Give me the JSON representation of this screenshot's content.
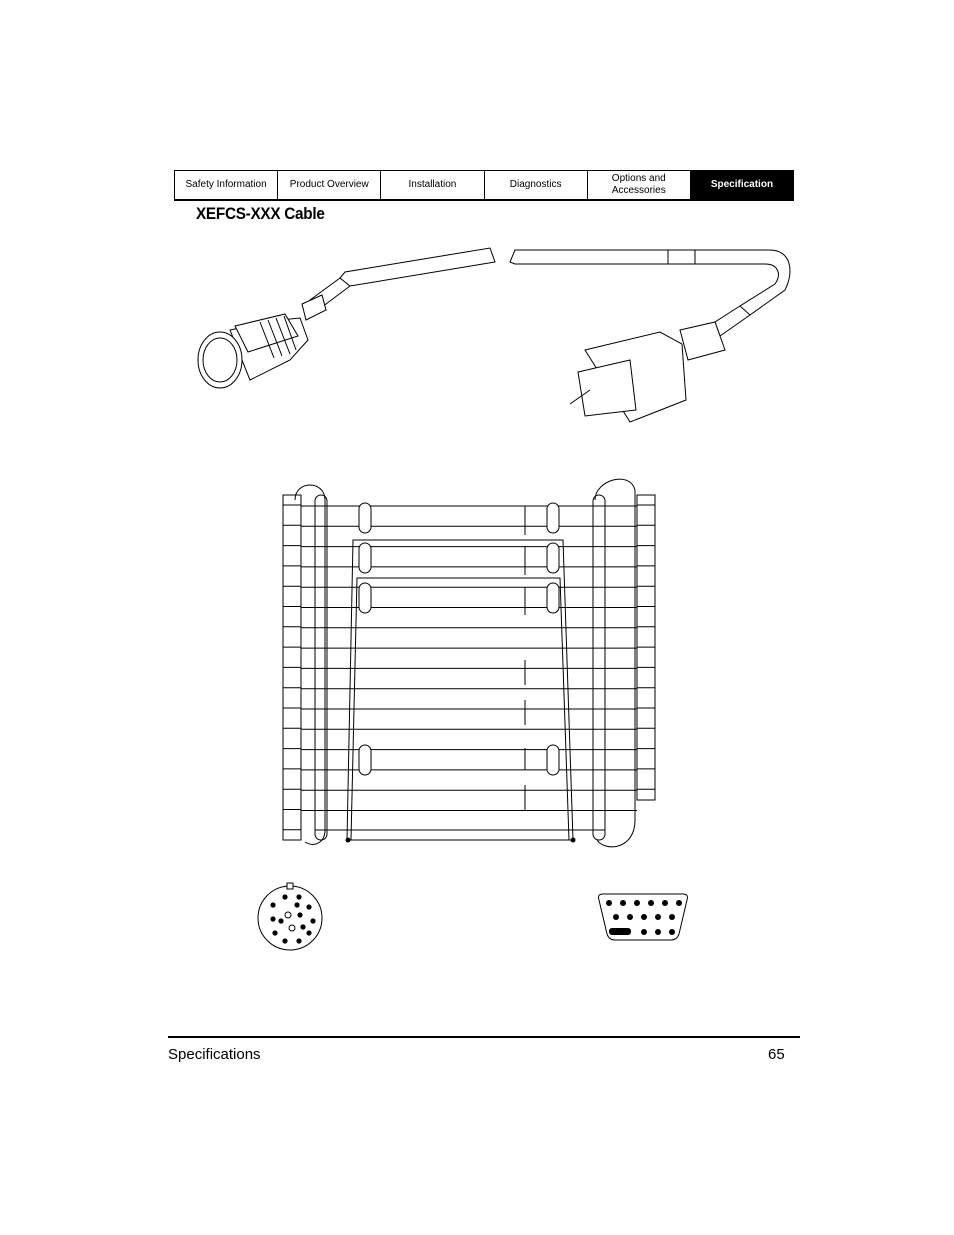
{
  "nav": {
    "tabs": [
      {
        "label": "Safety Information",
        "active": false
      },
      {
        "label": "Product Overview",
        "active": false
      },
      {
        "label": "Installation",
        "active": false
      },
      {
        "label": "Diagnostics",
        "active": false
      },
      {
        "label": "Options and Accessories",
        "active": false
      },
      {
        "label": "Specification",
        "active": true
      }
    ]
  },
  "section": {
    "title": "XEFCS-XXX Cable"
  },
  "footer": {
    "section_name": "Specifications",
    "page_number": "65"
  },
  "colors": {
    "ink": "#000000",
    "paper": "#ffffff",
    "active_tab_bg": "#000000"
  }
}
